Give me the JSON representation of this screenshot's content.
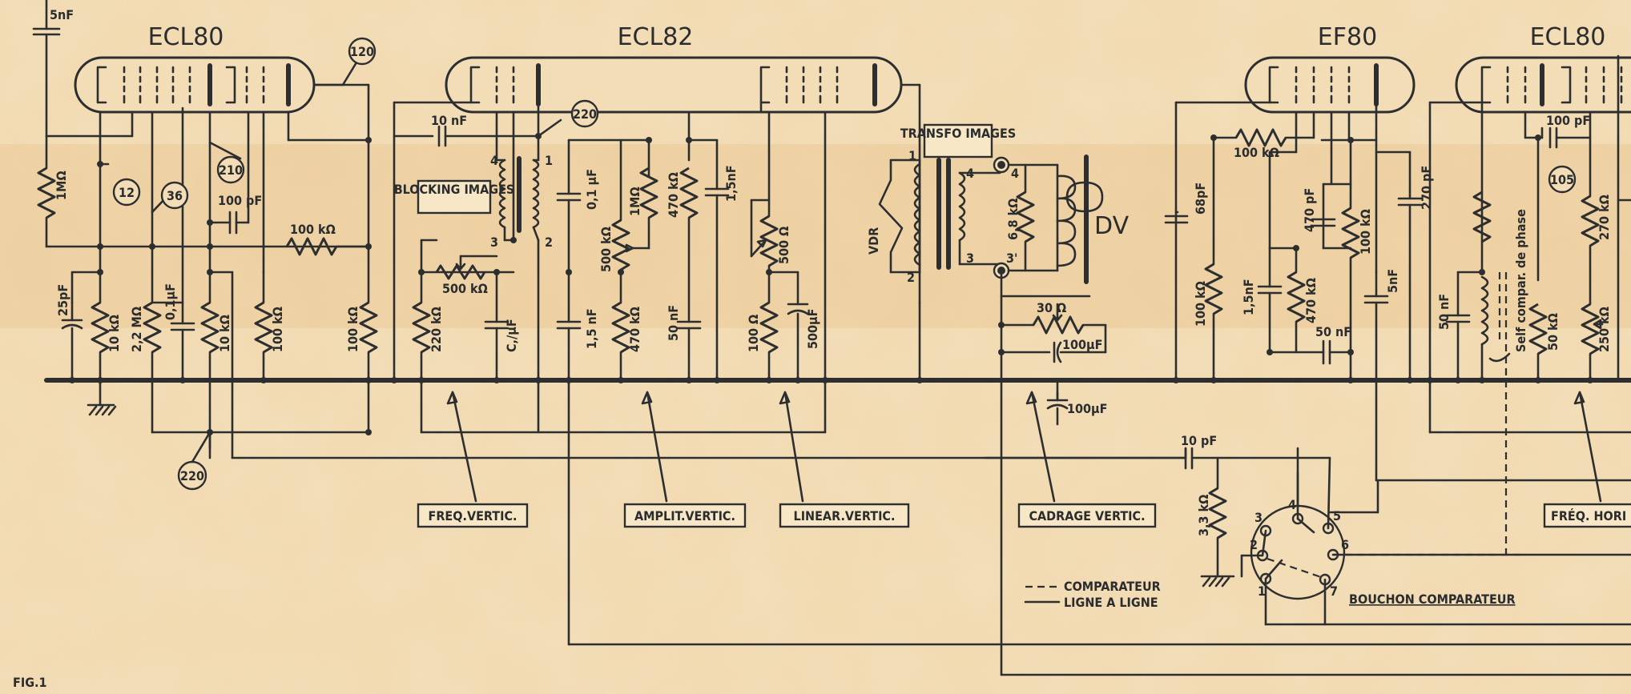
{
  "tubes": [
    "ECL80",
    "ECL82",
    "EF80",
    "ECL80"
  ],
  "ref_numbers": [
    "120",
    "220",
    "210",
    "12",
    "36",
    "220",
    "105"
  ],
  "top_left_cap": "5nF",
  "component_labels": {
    "c_10nF": "10 nF",
    "c_100pF_a": "100 pF",
    "r_1M_left": "1MΩ",
    "r_100k_horiz": "100 kΩ",
    "c_25pF": "25pF",
    "r_10k_a": "10 kΩ",
    "r_2_2M": "2,2 MΩ",
    "c_0_1uF_a": "0,1μF",
    "r_10k_b": "10 kΩ",
    "r_100k_a": "100 kΩ",
    "r_100k_b": "100 kΩ",
    "blocking": "BLOCKING IMAGES",
    "r_500k_pot": "500 kΩ",
    "r_220k": "220 kΩ",
    "c_small": "C,/μF",
    "c_0_1uF_b": "0,1 μF",
    "c_1_5nF_a": "1,5 nF",
    "r_1M_mid": "1MΩ",
    "r_470k_a": "470 kΩ",
    "r_500k_b": "500 kΩ",
    "r_470k_b": "470 kΩ",
    "c_1_5nF_b": "1,5nF",
    "c_50nF_a": "50 nF",
    "r_500_pot": "500 Ω",
    "r_100": "100 Ω",
    "c_500uF": "500μF",
    "transfo": "TRANSFO IMAGES",
    "vdr": "VDR",
    "dv": "DV",
    "r_6_8k": "6,8 kΩ",
    "r_30": "30 Ω",
    "c_100uF_a": "100μF",
    "c_100uF_b": "100μF",
    "c_68pF": "68pF",
    "r_100k_c": "100 kΩ",
    "r_100k_d": "100 kΩ",
    "c_1_5nF_c": "1,5nF",
    "r_470k_c": "470 kΩ",
    "c_470pF": "470 pF",
    "r_100k_e": "100 kΩ",
    "c_50nF_b": "50 nF",
    "c_5nF": "5nF",
    "c_270pF": "270 pF",
    "c_100pF_b": "100 pF",
    "c_50nF_c": "50 nF",
    "self_phase": "Self compar. de phase",
    "r_50k": "50 kΩ",
    "r_270k": "270 kΩ",
    "r_250k": "250 kΩ",
    "c_10pF": "10 pF",
    "r_3_3k": "3,3 kΩ"
  },
  "transfo_pins": [
    "1",
    "2",
    "3",
    "4",
    "4",
    "3'"
  ],
  "blocking_pins": [
    "4",
    "1",
    "3",
    "2"
  ],
  "control_labels": [
    "FREQ.VERTIC.",
    "AMPLIT.VERTIC.",
    "LINEAR.VERTIC.",
    "CADRAGE VERTIC.",
    "FRÉQ. HORI"
  ],
  "legend": {
    "dashed": "COMPARATEUR",
    "solid": "LIGNE A LIGNE"
  },
  "connector": {
    "title": "BOUCHON COMPARATEUR",
    "pins": [
      "1",
      "2",
      "3",
      "4",
      "5",
      "6",
      "7"
    ]
  },
  "figure_label": "FIG.1"
}
